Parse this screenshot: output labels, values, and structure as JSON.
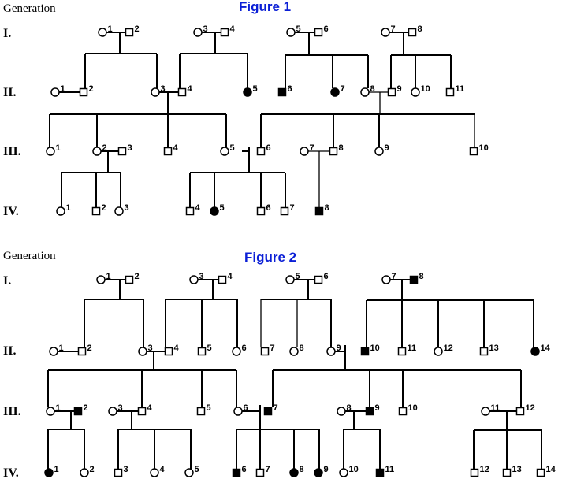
{
  "figures": [
    {
      "title": "Figure 1",
      "generation_label": "Generation",
      "generations": [
        "I.",
        "II.",
        "III.",
        "IV."
      ],
      "individuals": [
        {
          "gen": 0,
          "id": "1",
          "sex": "F",
          "affected": false
        },
        {
          "gen": 0,
          "id": "2",
          "sex": "M",
          "affected": false
        },
        {
          "gen": 0,
          "id": "3",
          "sex": "F",
          "affected": false
        },
        {
          "gen": 0,
          "id": "4",
          "sex": "M",
          "affected": false
        },
        {
          "gen": 0,
          "id": "5",
          "sex": "F",
          "affected": false
        },
        {
          "gen": 0,
          "id": "6",
          "sex": "M",
          "affected": false
        },
        {
          "gen": 0,
          "id": "7",
          "sex": "F",
          "affected": false
        },
        {
          "gen": 0,
          "id": "8",
          "sex": "M",
          "affected": false
        },
        {
          "gen": 1,
          "id": "1",
          "sex": "F",
          "affected": false
        },
        {
          "gen": 1,
          "id": "2",
          "sex": "M",
          "affected": false
        },
        {
          "gen": 1,
          "id": "3",
          "sex": "F",
          "affected": false
        },
        {
          "gen": 1,
          "id": "4",
          "sex": "M",
          "affected": false
        },
        {
          "gen": 1,
          "id": "5",
          "sex": "F",
          "affected": true
        },
        {
          "gen": 1,
          "id": "6",
          "sex": "M",
          "affected": true
        },
        {
          "gen": 1,
          "id": "7",
          "sex": "F",
          "affected": true
        },
        {
          "gen": 1,
          "id": "8",
          "sex": "F",
          "affected": false
        },
        {
          "gen": 1,
          "id": "9",
          "sex": "M",
          "affected": false
        },
        {
          "gen": 1,
          "id": "10",
          "sex": "F",
          "affected": false
        },
        {
          "gen": 1,
          "id": "11",
          "sex": "M",
          "affected": false
        },
        {
          "gen": 2,
          "id": "1",
          "sex": "F",
          "affected": false
        },
        {
          "gen": 2,
          "id": "2",
          "sex": "F",
          "affected": false
        },
        {
          "gen": 2,
          "id": "3",
          "sex": "M",
          "affected": false
        },
        {
          "gen": 2,
          "id": "4",
          "sex": "M",
          "affected": false
        },
        {
          "gen": 2,
          "id": "5",
          "sex": "F",
          "affected": false
        },
        {
          "gen": 2,
          "id": "6",
          "sex": "M",
          "affected": false
        },
        {
          "gen": 2,
          "id": "7",
          "sex": "F",
          "affected": false
        },
        {
          "gen": 2,
          "id": "8",
          "sex": "M",
          "affected": false
        },
        {
          "gen": 2,
          "id": "9",
          "sex": "F",
          "affected": false
        },
        {
          "gen": 2,
          "id": "10",
          "sex": "M",
          "affected": false
        },
        {
          "gen": 3,
          "id": "1",
          "sex": "F",
          "affected": false
        },
        {
          "gen": 3,
          "id": "2",
          "sex": "M",
          "affected": false
        },
        {
          "gen": 3,
          "id": "3",
          "sex": "F",
          "affected": false
        },
        {
          "gen": 3,
          "id": "4",
          "sex": "M",
          "affected": false
        },
        {
          "gen": 3,
          "id": "5",
          "sex": "F",
          "affected": true
        },
        {
          "gen": 3,
          "id": "6",
          "sex": "M",
          "affected": false
        },
        {
          "gen": 3,
          "id": "7",
          "sex": "M",
          "affected": false
        },
        {
          "gen": 3,
          "id": "8",
          "sex": "M",
          "affected": true
        }
      ]
    },
    {
      "title": "Figure 2",
      "generation_label": "Generation",
      "generations": [
        "I.",
        "II.",
        "III.",
        "IV."
      ],
      "individuals": [
        {
          "gen": 0,
          "id": "1",
          "sex": "F",
          "affected": false
        },
        {
          "gen": 0,
          "id": "2",
          "sex": "M",
          "affected": false
        },
        {
          "gen": 0,
          "id": "3",
          "sex": "F",
          "affected": false
        },
        {
          "gen": 0,
          "id": "4",
          "sex": "M",
          "affected": false
        },
        {
          "gen": 0,
          "id": "5",
          "sex": "F",
          "affected": false
        },
        {
          "gen": 0,
          "id": "6",
          "sex": "M",
          "affected": false
        },
        {
          "gen": 0,
          "id": "7",
          "sex": "F",
          "affected": false
        },
        {
          "gen": 0,
          "id": "8",
          "sex": "M",
          "affected": true
        },
        {
          "gen": 1,
          "id": "1",
          "sex": "F",
          "affected": false
        },
        {
          "gen": 1,
          "id": "2",
          "sex": "M",
          "affected": false
        },
        {
          "gen": 1,
          "id": "3",
          "sex": "F",
          "affected": false
        },
        {
          "gen": 1,
          "id": "4",
          "sex": "M",
          "affected": false
        },
        {
          "gen": 1,
          "id": "5",
          "sex": "M",
          "affected": false
        },
        {
          "gen": 1,
          "id": "6",
          "sex": "F",
          "affected": false
        },
        {
          "gen": 1,
          "id": "7",
          "sex": "M",
          "affected": false
        },
        {
          "gen": 1,
          "id": "8",
          "sex": "F",
          "affected": false
        },
        {
          "gen": 1,
          "id": "9",
          "sex": "F",
          "affected": false
        },
        {
          "gen": 1,
          "id": "10",
          "sex": "M",
          "affected": true
        },
        {
          "gen": 1,
          "id": "11",
          "sex": "M",
          "affected": false
        },
        {
          "gen": 1,
          "id": "12",
          "sex": "F",
          "affected": false
        },
        {
          "gen": 1,
          "id": "13",
          "sex": "M",
          "affected": false
        },
        {
          "gen": 1,
          "id": "14",
          "sex": "F",
          "affected": true
        },
        {
          "gen": 2,
          "id": "1",
          "sex": "F",
          "affected": false
        },
        {
          "gen": 2,
          "id": "2",
          "sex": "M",
          "affected": true
        },
        {
          "gen": 2,
          "id": "3",
          "sex": "F",
          "affected": false
        },
        {
          "gen": 2,
          "id": "4",
          "sex": "M",
          "affected": false
        },
        {
          "gen": 2,
          "id": "5",
          "sex": "M",
          "affected": false
        },
        {
          "gen": 2,
          "id": "6",
          "sex": "F",
          "affected": false
        },
        {
          "gen": 2,
          "id": "7",
          "sex": "M",
          "affected": true
        },
        {
          "gen": 2,
          "id": "8",
          "sex": "F",
          "affected": false
        },
        {
          "gen": 2,
          "id": "9",
          "sex": "M",
          "affected": true
        },
        {
          "gen": 2,
          "id": "10",
          "sex": "M",
          "affected": false
        },
        {
          "gen": 2,
          "id": "11",
          "sex": "F",
          "affected": false
        },
        {
          "gen": 2,
          "id": "12",
          "sex": "M",
          "affected": false
        },
        {
          "gen": 3,
          "id": "1",
          "sex": "F",
          "affected": true
        },
        {
          "gen": 3,
          "id": "2",
          "sex": "F",
          "affected": false
        },
        {
          "gen": 3,
          "id": "3",
          "sex": "M",
          "affected": false
        },
        {
          "gen": 3,
          "id": "4",
          "sex": "F",
          "affected": false
        },
        {
          "gen": 3,
          "id": "5",
          "sex": "F",
          "affected": false
        },
        {
          "gen": 3,
          "id": "6",
          "sex": "M",
          "affected": true
        },
        {
          "gen": 3,
          "id": "7",
          "sex": "M",
          "affected": false
        },
        {
          "gen": 3,
          "id": "8",
          "sex": "F",
          "affected": true
        },
        {
          "gen": 3,
          "id": "9",
          "sex": "F",
          "affected": true
        },
        {
          "gen": 3,
          "id": "10",
          "sex": "F",
          "affected": false
        },
        {
          "gen": 3,
          "id": "11",
          "sex": "M",
          "affected": true
        },
        {
          "gen": 3,
          "id": "12",
          "sex": "M",
          "affected": false
        },
        {
          "gen": 3,
          "id": "13",
          "sex": "M",
          "affected": false
        },
        {
          "gen": 3,
          "id": "14",
          "sex": "M",
          "affected": false
        }
      ]
    }
  ]
}
